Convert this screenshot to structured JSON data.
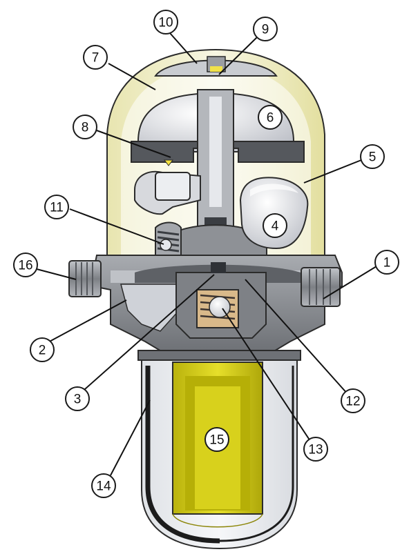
{
  "callouts": {
    "c1": "1",
    "c2": "2",
    "c3": "3",
    "c4": "4",
    "c5": "5",
    "c6": "6",
    "c7": "7",
    "c8": "8",
    "c9": "9",
    "c10": "10",
    "c11": "11",
    "c12": "12",
    "c13": "13",
    "c14": "14",
    "c15": "15",
    "c16": "16"
  },
  "colors": {
    "dome": "#f1efc2",
    "filter_insert": "#d9d21a",
    "housing_metal": "#8e9196",
    "float": "#e9ebf0",
    "outline": "#2b2b2b"
  }
}
